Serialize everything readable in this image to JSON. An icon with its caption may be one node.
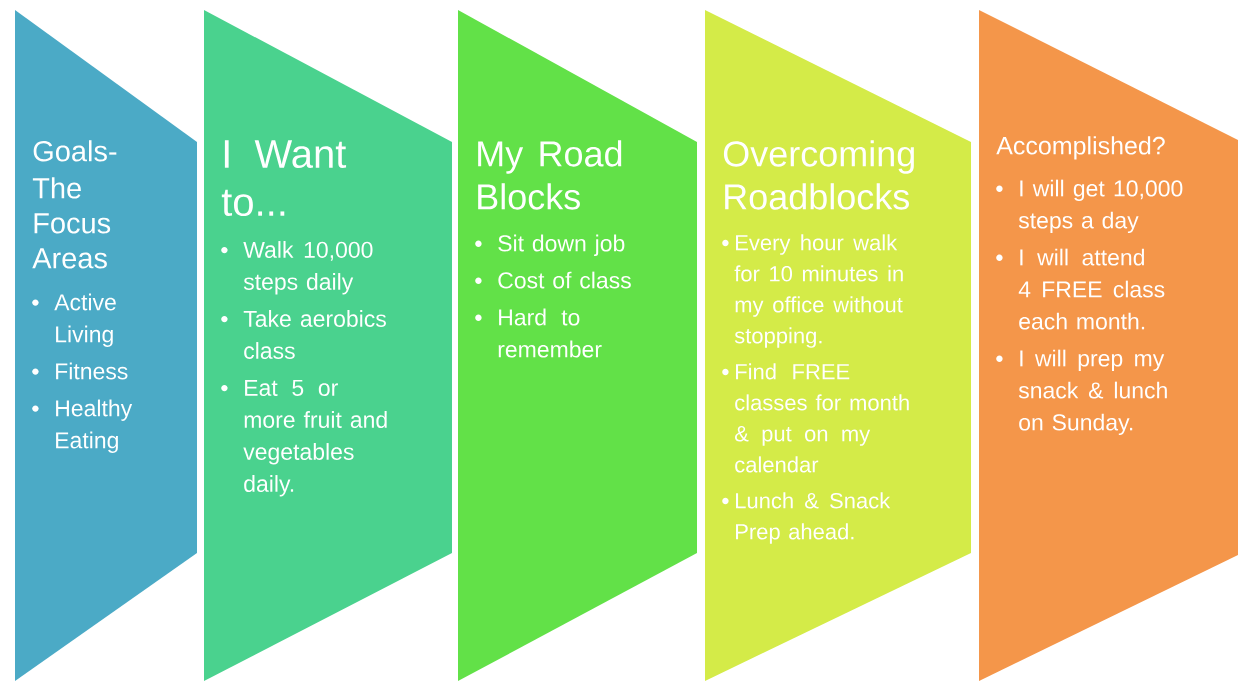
{
  "diagram": {
    "nodes": [
      {
        "text": [
          "Goals-",
          "The Focus Areas",
          "Active Living",
          "Fitness",
          "Healthy Eating"
        ]
      },
      {
        "text": [
          "I Want to...",
          "Walk 10,000 steps daily",
          "Take aerobics class",
          "Eat 5 or more fruit and vegetables daily."
        ]
      },
      {
        "text": [
          "My Road Blocks",
          "Sit down job",
          "Cost of class",
          "Hard to remember"
        ]
      },
      {
        "text": [
          "Overcoming Roadblocks",
          "Every hour walk for 10 minutes in my office without stopping.",
          "Find FREE classes for month & put on my calendar",
          "Lunch & Snack Prep ahead."
        ]
      },
      {
        "text": [
          "Accomplished?",
          "I will get 10,000 steps a day",
          "I will attend 4 FREE class each month.",
          "I will prep my snack & lunch on Sunday."
        ]
      }
    ]
  }
}
